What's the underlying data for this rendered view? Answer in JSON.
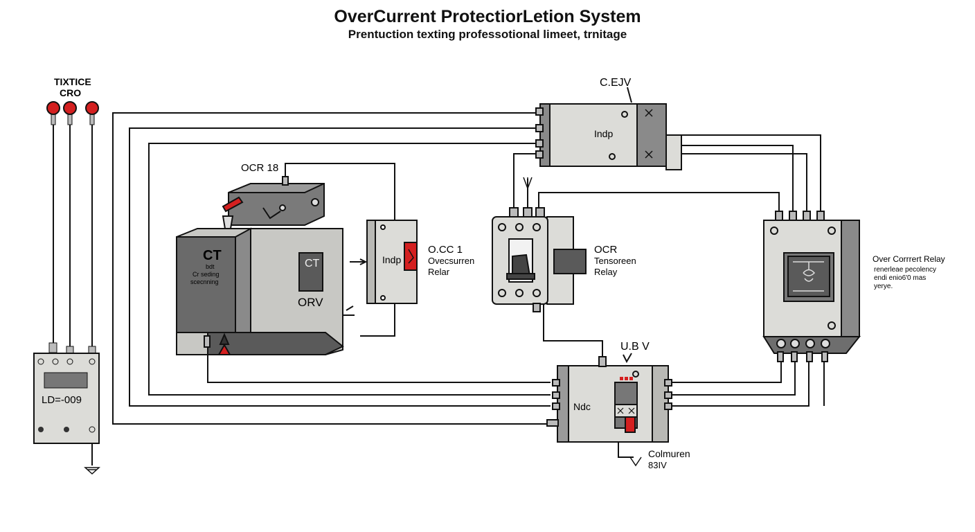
{
  "title": "OverCurrent ProtectiorLetion System",
  "subtitle": "Prentuction texting  professotional limeet, trnitage",
  "labels": {
    "top_left_1": "TIXTICE",
    "top_left_2": "CRO",
    "left_meter": "LD=-009",
    "ocr18": "OCR 18",
    "ct_big": "CT",
    "ct_sub1": "bdt",
    "ct_sub2": "Cr seding",
    "ct_sub3": "scecnning",
    "ct_small": "CT",
    "orv": "ORV",
    "indp_mid": "Indp",
    "occ1": "O.CC 1",
    "occ1_2": "Ovecsurren",
    "occ1_3": "Relar",
    "cejv": "C.EJV",
    "indp_top": "Indp",
    "ocr_right": "OCR",
    "ocr_right_2": "Tensoreen",
    "ocr_right_3": "Relay",
    "ubv": "U.B V",
    "ndc": "Ndc",
    "colm1": "Colmuren",
    "colm2": "83IV",
    "relay_title": "Over Corrrert Relay",
    "relay_2": "renerleae pecolency",
    "relay_3": "endi enio6'0 mas",
    "relay_4": "yerye."
  },
  "colors": {
    "line": "#111111",
    "box_light": "#dcdcd8",
    "box_mid": "#b9b9b5",
    "box_dark": "#6e6e6e",
    "red": "#d42020"
  }
}
